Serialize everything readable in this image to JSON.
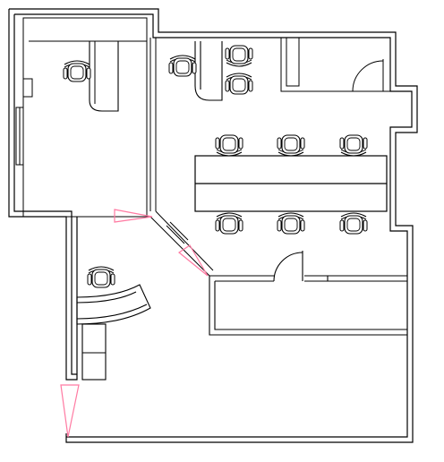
{
  "drawing": {
    "type": "office floor plan",
    "line_color": "#000000",
    "accent_color": "#ff7aa2",
    "background": "#ffffff",
    "rooms": [
      "private-office",
      "open-office",
      "reception",
      "meeting-room",
      "storage-room"
    ],
    "furniture": {
      "office_chairs": 11,
      "desks": 3,
      "conference_table": 1,
      "reception_counter": 1
    },
    "door_swings": 2,
    "entry_arrows": 3
  }
}
